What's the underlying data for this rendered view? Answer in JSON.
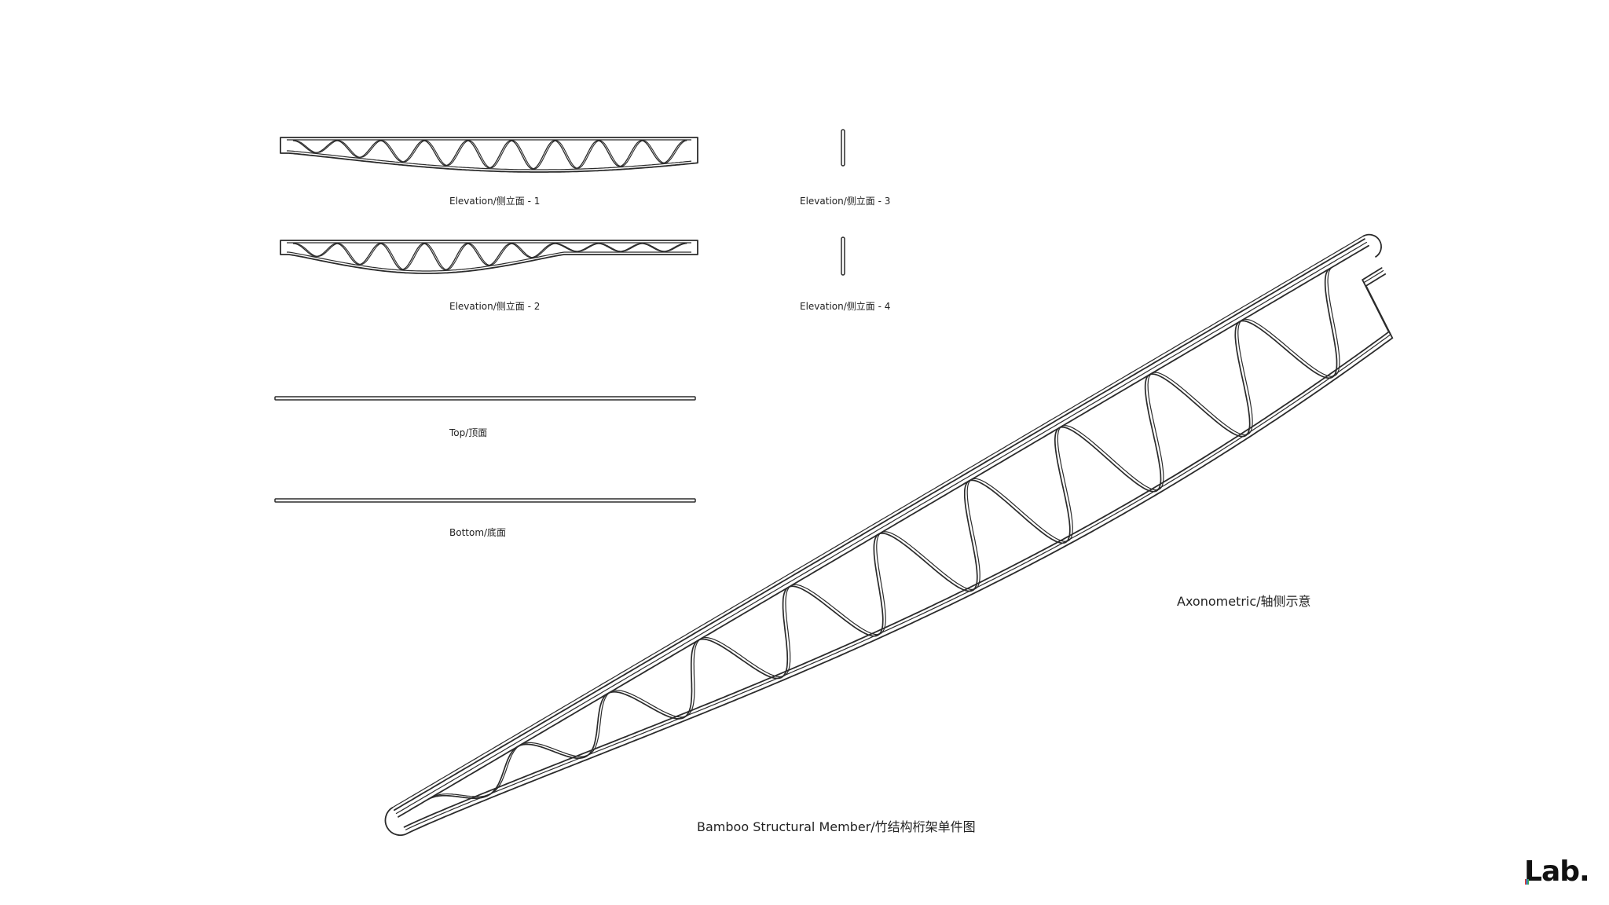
{
  "views": {
    "elevation_1": "Elevation/侧立面 - 1",
    "elevation_2": "Elevation/侧立面 - 2",
    "elevation_3": "Elevation/侧立面 - 3",
    "elevation_4": "Elevation/侧立面 - 4",
    "top": "Top/顶面",
    "bottom": "Bottom/底面",
    "axonometric": "Axonometric/轴侧示意"
  },
  "caption": "Bamboo Structural Member/竹结构桁架单件图",
  "brand": {
    "logo_first_letter": "L",
    "logo_rest": "ab."
  },
  "colors": {
    "line": "#2b2b2b",
    "background": "#ffffff",
    "logo_stripe": [
      "#e23a2c",
      "#2e7dd7",
      "#3bb04a"
    ]
  }
}
